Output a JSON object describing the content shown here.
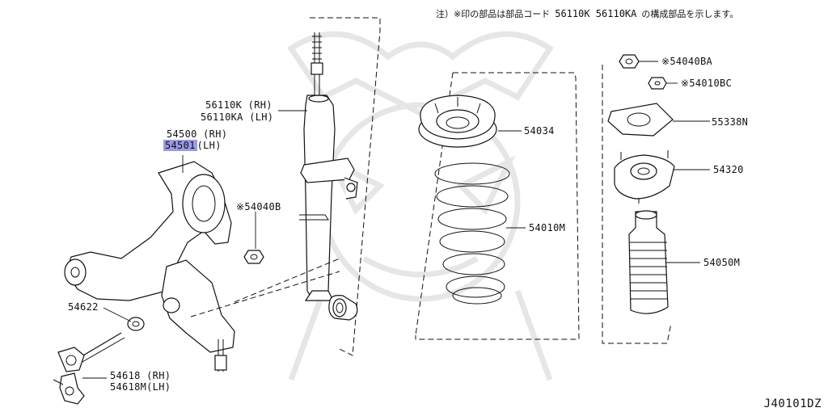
{
  "note": {
    "prefix": "注）※印の部品は部品コード",
    "codes": "56110K 56110KA",
    "suffix": "の構成部品を示します。"
  },
  "diagram_id": "J40101DZ",
  "labels": {
    "strut_rh": "56110K (RH)",
    "strut_lh": "56110KA (LH)",
    "upper_seat": "54034",
    "spring": "54010M",
    "nut_upper": "※54040BA",
    "nut_lower": "※54010BC",
    "insulator": "55338N",
    "mount": "54320",
    "bound_bumper": "54050M",
    "arm_rh": "54500 (RH)",
    "arm_lh_code": "54501",
    "arm_lh_side": "(LH)",
    "nut_arm": "※54040B",
    "washer": "54622",
    "link_rh": "54618 (RH)",
    "link_lh": "54618M(LH)"
  },
  "colors": {
    "highlight": "#9a9ae6",
    "watermark": "#e6e6e6"
  }
}
